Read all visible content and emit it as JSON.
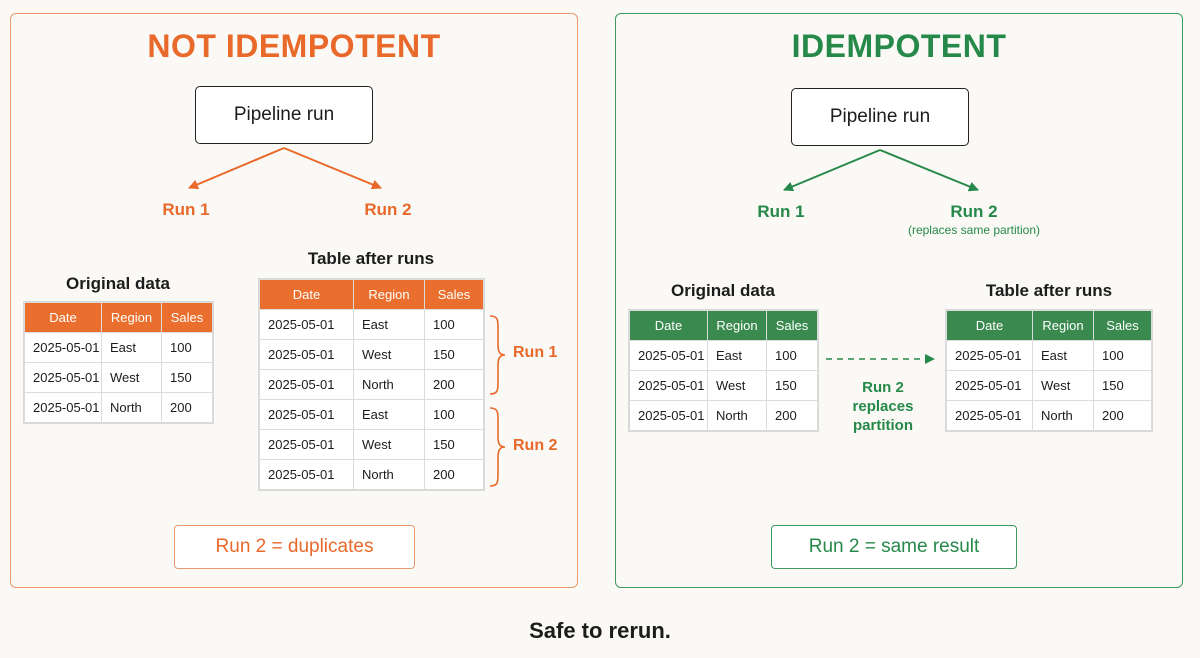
{
  "left": {
    "title": "NOT IDEMPOTENT",
    "pipeline_label": "Pipeline run",
    "run1_label": "Run 1",
    "run2_label": "Run 2",
    "original_title": "Original data",
    "after_title": "Table after runs",
    "headers": [
      "Date",
      "Region",
      "Sales"
    ],
    "original_rows": [
      [
        "2025-05-01",
        "East",
        "100"
      ],
      [
        "2025-05-01",
        "West",
        "150"
      ],
      [
        "2025-05-01",
        "North",
        "200"
      ]
    ],
    "after_rows": [
      [
        "2025-05-01",
        "East",
        "100"
      ],
      [
        "2025-05-01",
        "West",
        "150"
      ],
      [
        "2025-05-01",
        "North",
        "200"
      ],
      [
        "2025-05-01",
        "East",
        "100"
      ],
      [
        "2025-05-01",
        "West",
        "150"
      ],
      [
        "2025-05-01",
        "North",
        "200"
      ]
    ],
    "bracket_run1": "Run 1",
    "bracket_run2": "Run 2",
    "result": "Run 2 = duplicates"
  },
  "right": {
    "title": "IDEMPOTENT",
    "pipeline_label": "Pipeline run",
    "run1_label": "Run 1",
    "run2_label": "Run 2",
    "run2_note": "(replaces same partition)",
    "original_title": "Original data",
    "after_title": "Table after runs",
    "headers": [
      "Date",
      "Region",
      "Sales"
    ],
    "original_rows": [
      [
        "2025-05-01",
        "East",
        "100"
      ],
      [
        "2025-05-01",
        "West",
        "150"
      ],
      [
        "2025-05-01",
        "North",
        "200"
      ]
    ],
    "after_rows": [
      [
        "2025-05-01",
        "East",
        "100"
      ],
      [
        "2025-05-01",
        "West",
        "150"
      ],
      [
        "2025-05-01",
        "North",
        "200"
      ]
    ],
    "mid_line1": "Run 2",
    "mid_line2": "replaces",
    "mid_line3": "partition",
    "result": "Run 2 = same result"
  },
  "caption": "Safe to rerun.",
  "colors": {
    "orange": "#e8692a",
    "green": "#26894a",
    "orange_header": "#ea6f2e",
    "green_header": "#3a8a4f"
  }
}
